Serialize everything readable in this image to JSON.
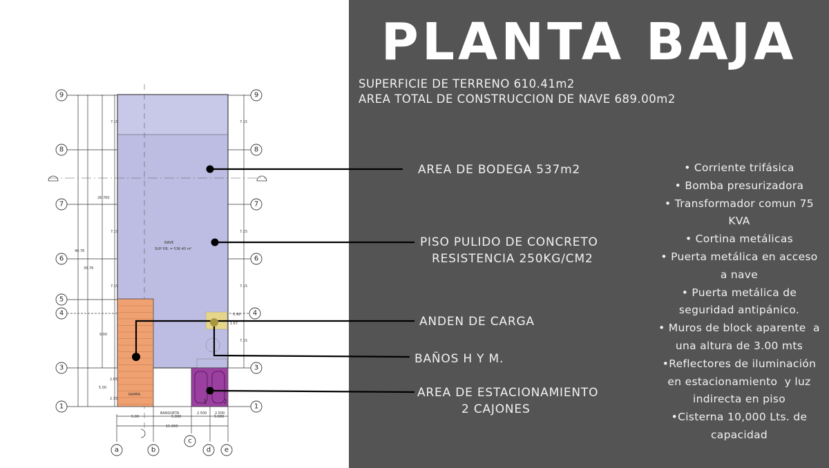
{
  "header": {
    "title": "PLANTA BAJA",
    "surface": "SUPERFICIE DE TERRENO 610.41m2",
    "total_area": "AREA TOTAL DE CONSTRUCCION DE NAVE 689.00m2"
  },
  "callouts": {
    "bodega": "AREA DE BODEGA 537m2",
    "piso_1": "PISO PULIDO DE CONCRETO",
    "piso_2": "RESISTENCIA 250KG/CM2",
    "anden": "ANDEN DE CARGA",
    "banos": "BAÑOS H Y M.",
    "estacionamiento_1": "AREA DE ESTACIONAMIENTO",
    "estacionamiento_2": "2 CAJONES"
  },
  "features": [
    "• Corriente trifásica",
    "• Bomba presurizadora",
    "• Transformador comun 75\nKVA",
    "• Cortina metálicas",
    "• Puerta metálica en acceso\na nave",
    "• Puerta metálica de\nseguridad antipánico.",
    "• Muros de block aparente  a\nuna altura de 3.00 mts",
    "•Reflectores de iluminación\nen estacionamiento  y luz\nindirecta en piso",
    "•Cisterna 10,000 Lts. de\ncapacidad"
  ],
  "plan": {
    "rows": [
      "9",
      "8",
      "7",
      "6",
      "5",
      "4",
      "3",
      "1"
    ],
    "columns": [
      "a",
      "b",
      "c",
      "d",
      "e"
    ],
    "nave_label": "NAVE",
    "nave_area": "SUP P.B. = 536.40 m²",
    "ramp_label": "RAMPA",
    "sidewalk_label": "BANQUETA",
    "dims": {
      "d715": "7.15",
      "d26": "26.760",
      "d40": "40.76",
      "d35": "35.76",
      "d900": "9.00",
      "d500": "5.00",
      "d265": "2.65",
      "d215": "2.15",
      "w500": "5.00",
      "w5000": "5.000",
      "w2500": "2.500",
      "w15000": "15.000",
      "d048": "0.48",
      "d167": "1.67"
    },
    "parking_numbers": [
      "1",
      "2"
    ]
  },
  "colors": {
    "panel": "#545454",
    "nave": "#bdbde3",
    "ramp": "#f0a172",
    "parking": "#9b40a0",
    "anden": "#e6d68a"
  }
}
